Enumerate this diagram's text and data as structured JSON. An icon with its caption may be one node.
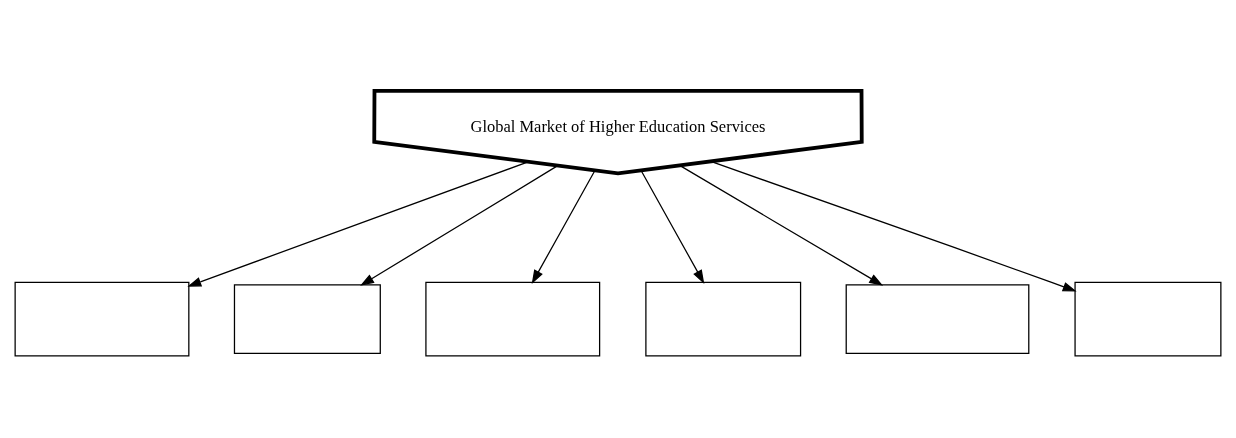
{
  "diagram": {
    "nodes": [
      {
        "text": [
          "Global Market of Higher Education Services"
        ]
      },
      {
        "text": [],
        "shape": "box"
      },
      {
        "text": [],
        "shape": "box"
      },
      {
        "text": [],
        "shape": "box"
      },
      {
        "text": [],
        "shape": "box"
      },
      {
        "text": [],
        "shape": "box"
      },
      {
        "text": [],
        "shape": "box"
      }
    ],
    "edges": [
      {
        "from": 0,
        "to": 1,
        "arrow": "to"
      },
      {
        "from": 0,
        "to": 2,
        "arrow": "to"
      },
      {
        "from": 0,
        "to": 3,
        "arrow": "to"
      },
      {
        "from": 0,
        "to": 4,
        "arrow": "to"
      },
      {
        "from": 0,
        "to": 5,
        "arrow": "to"
      },
      {
        "from": 0,
        "to": 6,
        "arrow": "to"
      }
    ]
  }
}
